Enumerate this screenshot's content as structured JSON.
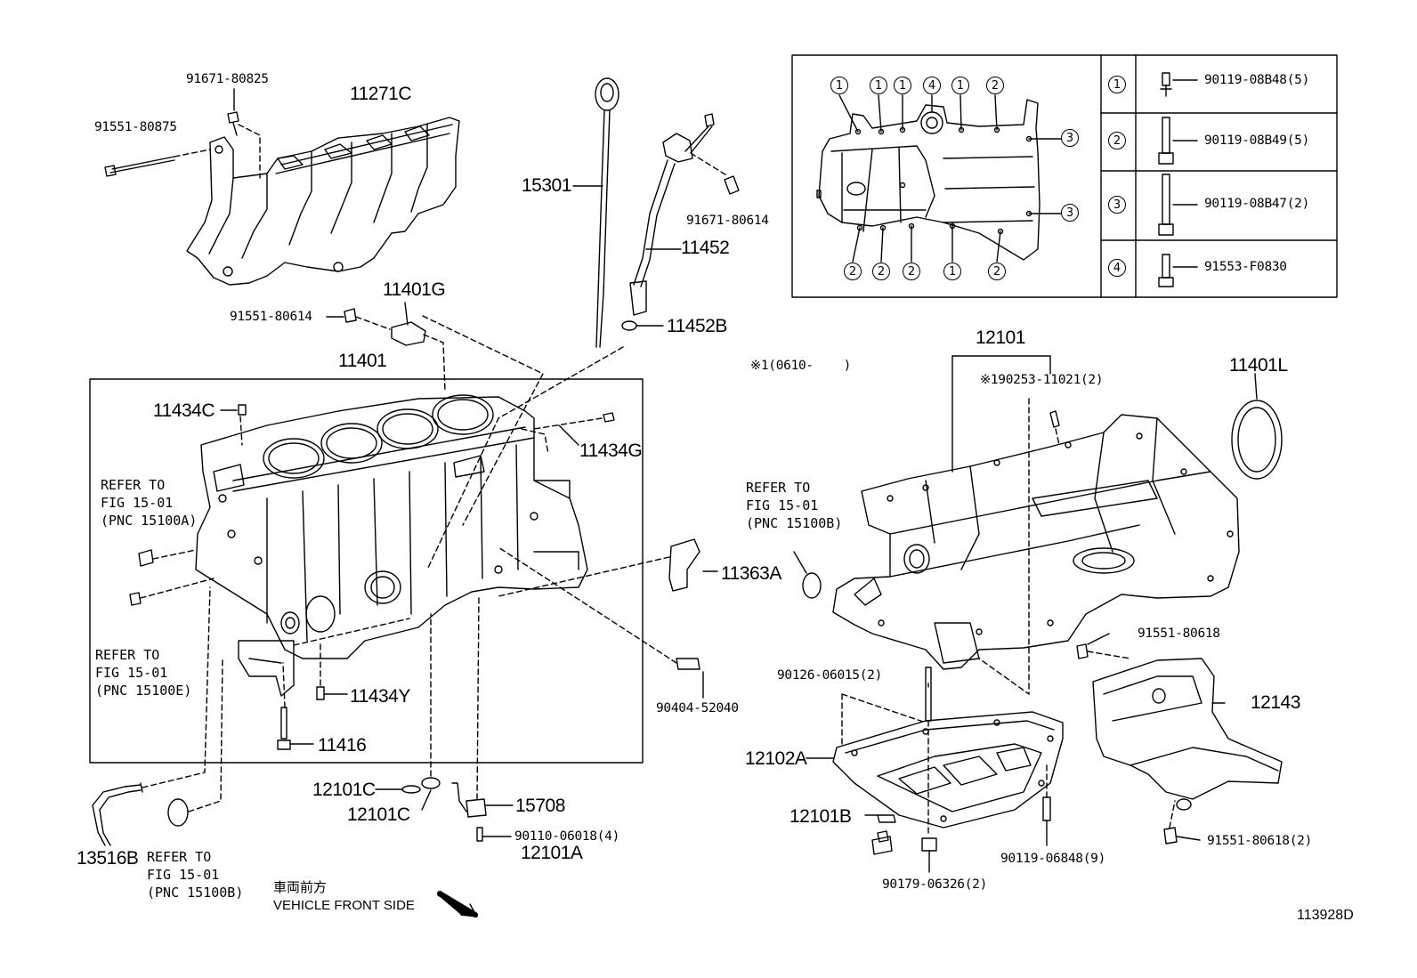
{
  "parts": {
    "p91671_80825": "91671-80825",
    "p11271C": "11271C",
    "p91551_80875": "91551-80875",
    "p15301": "15301",
    "p91671_80614": "91671-80614",
    "p11452": "11452",
    "p11401G": "11401G",
    "p91551_80614": "91551-80614",
    "p11452B": "11452B",
    "p11401": "11401",
    "p11434C": "11434C",
    "p11434G": "11434G",
    "p11363A": "11363A",
    "p11434Y": "11434Y",
    "p90404_52040": "90404-52040",
    "p11416": "11416",
    "p12101C_a": "12101C",
    "p12101C_b": "12101C",
    "p15708": "15708",
    "p90110_06018": "90110-06018(4)",
    "p12101A": "12101A",
    "p13516B": "13516B",
    "p12101": "12101",
    "p190253": "※190253-11021(2)",
    "p11401L": "11401L",
    "p91551_80618": "91551-80618",
    "p12143": "12143",
    "p90126_06015": "90126-06015(2)",
    "p12102A": "12102A",
    "p12101B": "12101B",
    "p90119_06848": "90119-06848(9)",
    "p91551_80618_2": "91551-80618(2)",
    "p90179_06326": "90179-06326(2)"
  },
  "notes": {
    "star1": "※1(0610-    )",
    "refA": "REFER TO\nFIG 15-01\n(PNC 15100A)",
    "refE": "REFER TO\nFIG 15-01\n(PNC 15100E)",
    "refB1": "REFER TO\nFIG 15-01\n(PNC 15100B)",
    "refB2": "REFER TO\nFIG 15-01\n(PNC 15100B)",
    "front_jp": "車両前方",
    "front_en": "VEHICLE FRONT SIDE",
    "figure_id": "113928D"
  },
  "inset": {
    "markers": [
      "1",
      "1",
      "1",
      "4",
      "1",
      "2",
      "3",
      "3",
      "2",
      "2",
      "2",
      "1",
      "2"
    ],
    "bolts": [
      {
        "key": "1",
        "part": "90119-08B48(5)"
      },
      {
        "key": "2",
        "part": "90119-08B49(5)"
      },
      {
        "key": "3",
        "part": "90119-08B47(2)"
      },
      {
        "key": "4",
        "part": "91553-F0830"
      }
    ]
  }
}
